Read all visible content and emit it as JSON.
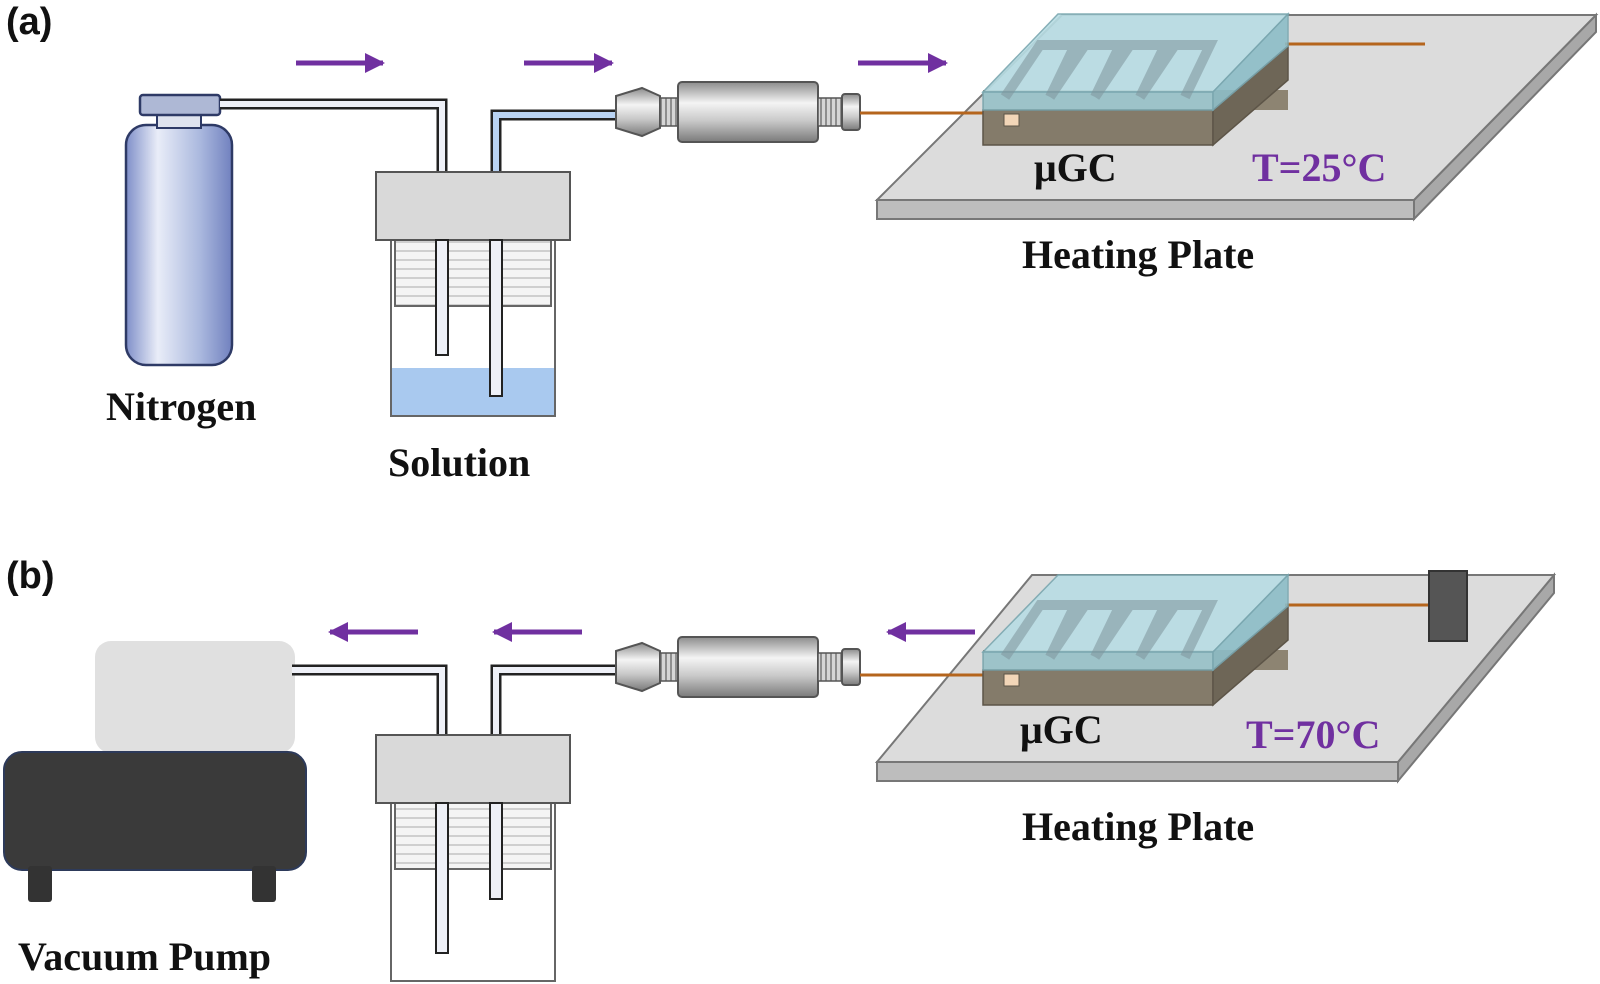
{
  "panel_a": {
    "tag": "(a)",
    "nitrogen_label": "Nitrogen",
    "solution_label": "Solution",
    "chip_label": "μGC",
    "temperature_label": "T=25°C",
    "plate_label": "Heating Plate"
  },
  "panel_b": {
    "tag": "(b)",
    "pump_label": "Vacuum Pump",
    "chip_label": "μGC",
    "temperature_label": "T=70°C",
    "plate_label": "Heating Plate"
  },
  "colors": {
    "flow_arrow": "#7030a0",
    "temperature_text": "#7030a0",
    "capillary": "#b5651d",
    "solution_liquid": "#a9c9ef",
    "chip_glass": "#a6d3dc",
    "chip_base": "#8a8070",
    "plate": "#dcdcdc",
    "cylinder": "#a9b7dc",
    "pump_body": "#3a3a3a",
    "pump_top": "#e0e0e0"
  }
}
